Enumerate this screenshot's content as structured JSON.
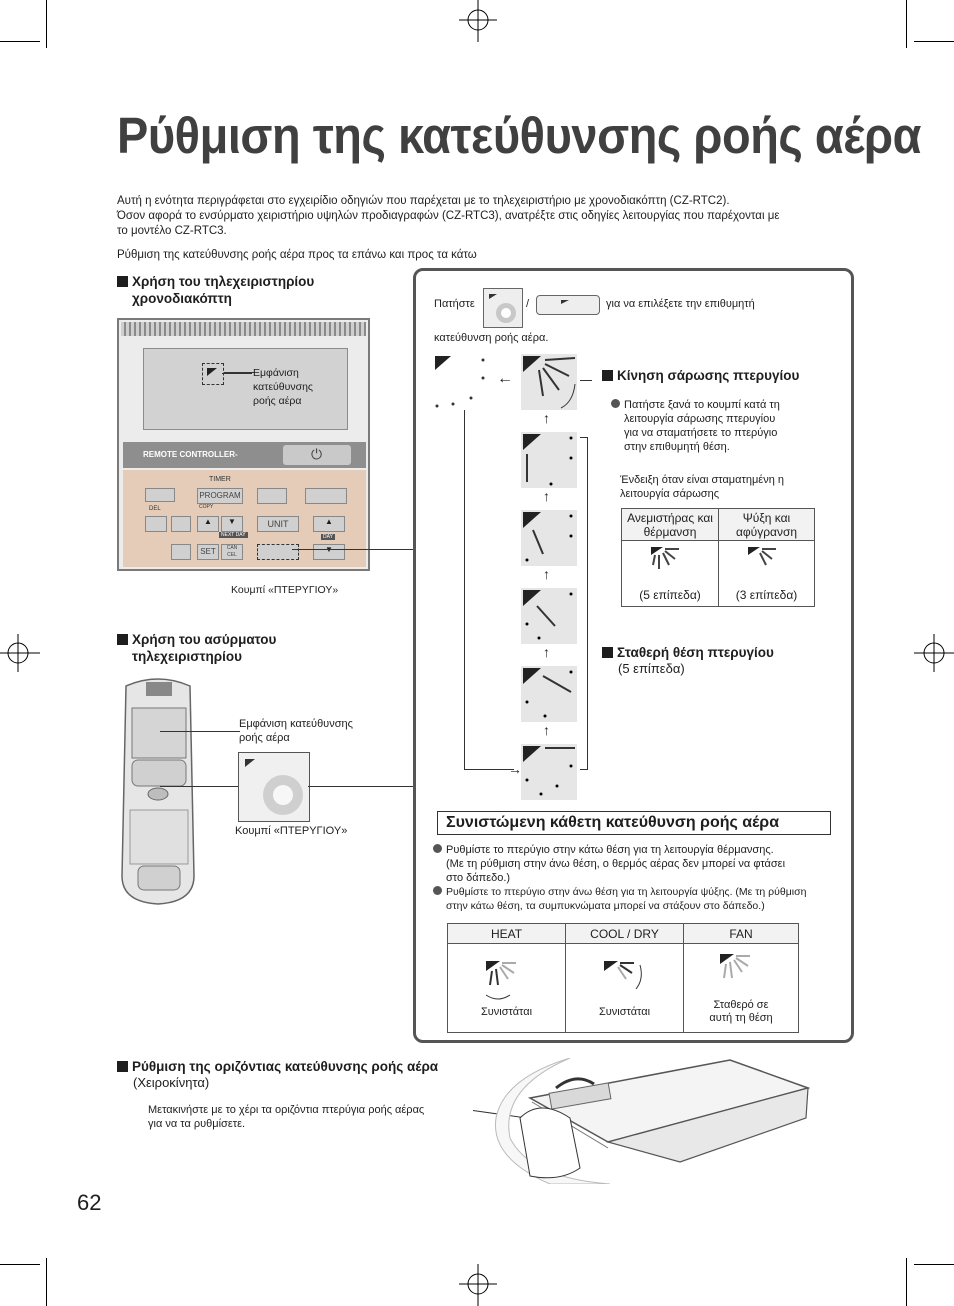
{
  "title": "Ρύθμιση της κατεύθυνσης ροής αέρα",
  "intro": {
    "line1": "Αυτή η ενότητα περιγράφεται στο εγχειρίδιο οδηγιών που παρέχεται με το τηλεχειριστήριο με χρονοδιακόπτη (CZ-RTC2).",
    "line2": "Όσον αφορά το ενσύρματο χειριστήριο υψηλών προδιαγραφών (CZ-RTC3), ανατρέξτε στις οδηγίες λειτουργίας που παρέχονται με",
    "line3": "το μοντέλο CZ-RTC3.",
    "line4": "Ρύθμιση της κατεύθυνσης ροής αέρα προς τα επάνω και προς τα κάτω"
  },
  "timer_remote": {
    "heading1": "Χρήση του τηλεχειριστηρίου",
    "heading2": "χρονοδιακόπτη",
    "display_label1": "Εμφάνιση",
    "display_label2": "κατεύθυνσης",
    "display_label3": "ροής αέρα",
    "brand": "REMOTE CONTROLLER-",
    "timer": "TIMER",
    "program": "PROGRAM",
    "copy": "COPY",
    "unit": "UNIT",
    "set": "SET",
    "cancel": "CAN CEL",
    "del": "DEL",
    "next_day": "NEXT DAY",
    "day": "DAY",
    "button_label": "Κουμπί «ΠΤΕΡΥΓΙΟΥ»"
  },
  "wireless_remote": {
    "heading1": "Χρήση του ασύρματου",
    "heading2": "τηλεχειριστηρίου",
    "display_label1": "Εμφάνιση κατεύθυνσης",
    "display_label2": "ροής αέρα",
    "button_label": "Κουμπί «ΠΤΕΡΥΓΙΟΥ»"
  },
  "panel": {
    "press_text": "Πατήστε",
    "slash": "/",
    "select_text": "για να επιλέξετε την επιθυμητή",
    "select_text2": "κατεύθυνση ροής αέρα.",
    "swing_heading": "Κίνηση σάρωσης πτερυγίου",
    "swing_note1": "Πατήστε ξανά το κουμπί κατά τη",
    "swing_note2": "λειτουργία σάρωσης πτερυγίου",
    "swing_note3": "για να σταματήσετε το πτερύγιο",
    "swing_note4": "στην επιθυμητή θέση.",
    "stop_note1": "Ένδειξη όταν είναι σταματημένη η",
    "stop_note2": "λειτουργία σάρωσης",
    "table_head_fan": "Ανεμιστήρας και θέρμανση",
    "table_head_cool": "Ψύξη και αφύγρανση",
    "table_5": "(5 επίπεδα)",
    "table_3": "(3 επίπεδα)",
    "fixed_heading": "Σταθερή θέση πτερυγίου",
    "fixed_sub": "(5 επίπεδα)",
    "rec_title": "Συνιστώμενη κάθετη κατεύθυνση ροής αέρα",
    "rec1a": "Ρυθμίστε το πτερύγιο στην κάτω θέση για τη λειτουργία θέρμανσης.",
    "rec1b": "(Με τη ρύθμιση στην άνω θέση, ο θερμός αέρας δεν μπορεί να φτάσει",
    "rec1c": "στο δάπεδο.)",
    "rec2a": "Ρυθμίστε το πτερύγιο στην άνω θέση για τη λειτουργία ψύξης. (Με τη ρύθμιση",
    "rec2b": "στην κάτω θέση, τα συμπυκνώματα μπορεί να στάξουν στο δάπεδο.)",
    "mode_heat": "HEAT",
    "mode_cool": "COOL / DRY",
    "mode_fan": "FAN",
    "rec_heat": "Συνιστάται",
    "rec_cool": "Συνιστάται",
    "rec_fan1": "Σταθερό σε",
    "rec_fan2": "αυτή τη θέση"
  },
  "horizontal": {
    "heading": "Ρύθμιση της οριζόντιας κατεύθυνσης ροής αέρα",
    "sub": "(Χειροκίνητα)",
    "note1": "Μετακινήστε με το χέρι τα οριζόντια πτερύγια ροής αέρας",
    "note2": "για να τα ρυθμίσετε."
  },
  "page_number": "62"
}
